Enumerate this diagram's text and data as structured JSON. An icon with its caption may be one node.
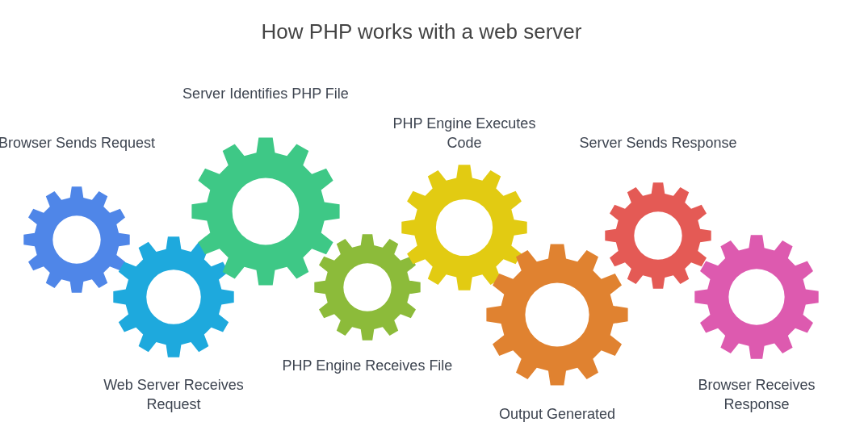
{
  "diagram": {
    "title": "How PHP works with a web server",
    "nodes": [
      {
        "text": [
          "Browser Sends Request"
        ]
      },
      {
        "text": [
          "Web Server Receives Request"
        ]
      },
      {
        "text": [
          "Server Identifies PHP File"
        ]
      },
      {
        "text": [
          "PHP Engine Receives File"
        ]
      },
      {
        "text": [
          "PHP Engine Executes Code"
        ]
      },
      {
        "text": [
          "Output Generated"
        ]
      },
      {
        "text": [
          "Server Sends Response"
        ]
      },
      {
        "text": [
          "Browser Receives Response"
        ]
      }
    ]
  }
}
